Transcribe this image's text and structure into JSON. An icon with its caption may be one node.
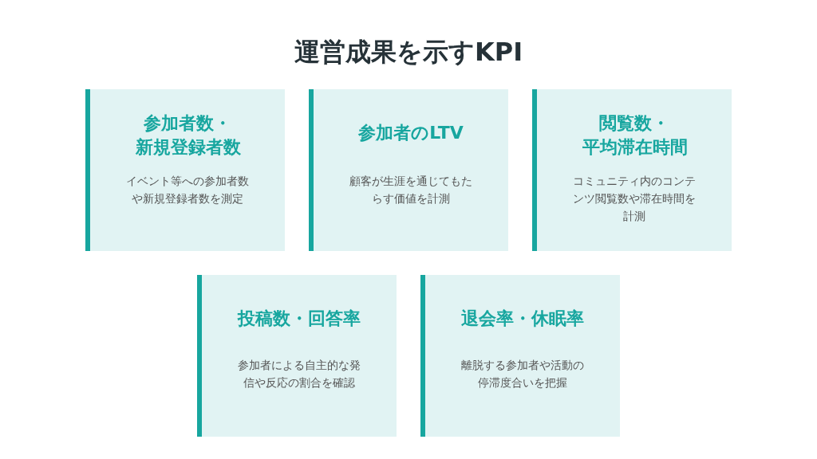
{
  "diagram": {
    "title": "運営成果を示すKPI",
    "nodes": [
      {
        "text": [
          "参加者数・新規登録者数",
          "イベント等への参加者数や新規登録者数を測定"
        ]
      },
      {
        "text": [
          "参加者のLTV",
          "顧客が生涯を通じてもたらす価値を計測"
        ]
      },
      {
        "text": [
          "閲覧数・平均滞在時間",
          "コミュニティ内のコンテンツ閲覧数や滞在時間を計測"
        ]
      },
      {
        "text": [
          "投稿数・回答率",
          "参加者による自主的な発信や反応の割合を確認"
        ]
      },
      {
        "text": [
          "退会率・休眠率",
          "離脱する参加者や活動の停滞度合いを把握"
        ]
      }
    ]
  }
}
